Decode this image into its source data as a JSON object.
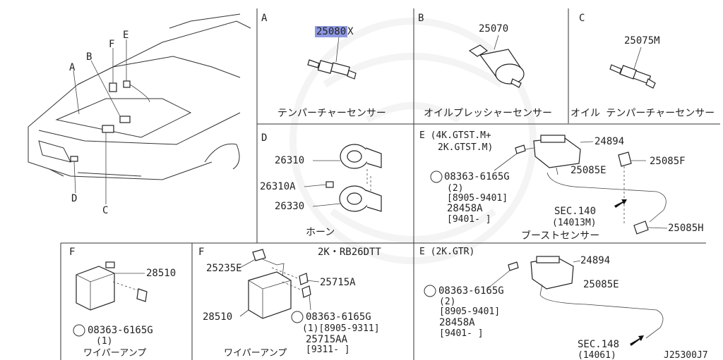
{
  "callouts": {
    "A": "A",
    "B": "B",
    "C": "C",
    "D": "D",
    "E": "E",
    "F": "F"
  },
  "section_a": {
    "letter": "A",
    "part": "25080",
    "suffix": "X",
    "caption": "テンパーチャーセンサー"
  },
  "section_b": {
    "letter": "B",
    "part": "25070",
    "caption": "オイルプレッシャーセンサー"
  },
  "section_c": {
    "letter": "C",
    "part": "25075M",
    "caption": "オイル テンパーチャーセンサー"
  },
  "section_d": {
    "letter": "D",
    "parts": [
      "26310",
      "26310A",
      "26330"
    ],
    "caption": "ホーン"
  },
  "section_e1": {
    "title1": "E (4K.GTST.M+",
    "title2": "2K.GTST.M)",
    "p24894": "24894",
    "p25085e": "25085E",
    "p25085f": "25085F",
    "p25085h": "25085H",
    "screw": "08363-6165G",
    "qty": "(2)",
    "date1": "[8905-9401]",
    "p28458a": "28458A",
    "date2": "[9401-     ]",
    "sec": "SEC.140",
    "sec_sub": "(14013M)",
    "caption": "ブーストセンサー"
  },
  "section_f1": {
    "letter": "F",
    "part": "28510",
    "screw": "08363-6165G",
    "qty": "(1)",
    "caption": "ワイパーアンプ"
  },
  "section_f2": {
    "letter": "F",
    "model": "2K・RB26DTT",
    "p25235e": "25235E",
    "p25715a": "25715A",
    "p28510": "28510",
    "screw": "08363-6165G",
    "qty_date": "(1)[8905-9311]",
    "p25715aa": "25715AA",
    "date": "[9311-     ]",
    "caption": "ワイパーアンプ"
  },
  "section_e2": {
    "title": "E (2K.GTR)",
    "p24894": "24894",
    "p25085e": "25085E",
    "screw": "08363-6165G",
    "qty": "(2)",
    "date1": "[8905-9401]",
    "p28458a": "28458A",
    "date2": "[9401-     ]",
    "sec": "SEC.148",
    "sec_sub": "(14061)"
  },
  "diagram_code": "J25300J7"
}
